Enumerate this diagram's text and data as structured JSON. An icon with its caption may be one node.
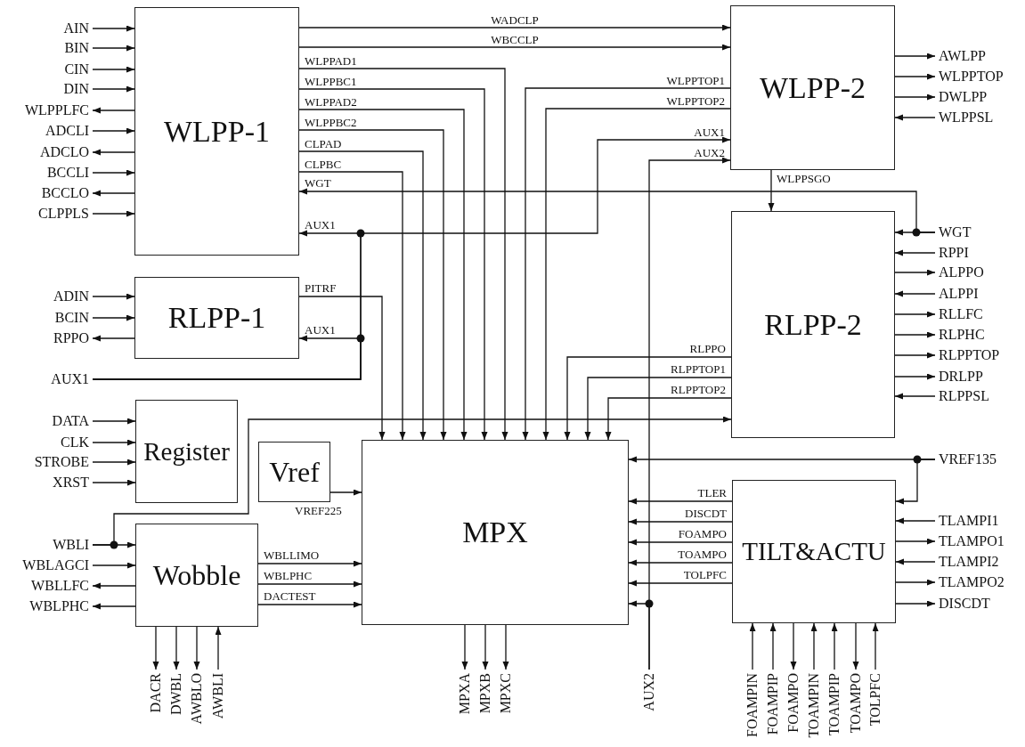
{
  "diagram": {
    "nodes": [
      {
        "text": [
          "WLPP-1"
        ]
      },
      {
        "text": [
          "RLPP-1"
        ]
      },
      {
        "text": [
          "Register"
        ]
      },
      {
        "text": [
          "Vref"
        ]
      },
      {
        "text": [
          "Wobble"
        ]
      },
      {
        "text": [
          "MPX"
        ]
      },
      {
        "text": [
          "WLPP-2"
        ]
      },
      {
        "text": [
          "RLPP-2"
        ]
      },
      {
        "text": [
          "TILT&ACTU"
        ]
      },
      {
        "text": [
          "AIN"
        ]
      },
      {
        "text": [
          "BIN"
        ]
      },
      {
        "text": [
          "CIN"
        ]
      },
      {
        "text": [
          "DIN"
        ]
      },
      {
        "text": [
          "WLPPLFC"
        ]
      },
      {
        "text": [
          "ADCLI"
        ]
      },
      {
        "text": [
          "ADCLO"
        ]
      },
      {
        "text": [
          "BCCLI"
        ]
      },
      {
        "text": [
          "BCCLO"
        ]
      },
      {
        "text": [
          "CLPPLS"
        ]
      },
      {
        "text": [
          "ADIN"
        ]
      },
      {
        "text": [
          "BCIN"
        ]
      },
      {
        "text": [
          "RPPO"
        ]
      },
      {
        "text": [
          "AUX1"
        ]
      },
      {
        "text": [
          "DATA"
        ]
      },
      {
        "text": [
          "CLK"
        ]
      },
      {
        "text": [
          "STROBE"
        ]
      },
      {
        "text": [
          "XRST"
        ]
      },
      {
        "text": [
          "WBLI"
        ]
      },
      {
        "text": [
          "WBLAGCI"
        ]
      },
      {
        "text": [
          "WBLLFC"
        ]
      },
      {
        "text": [
          "WBLPHC"
        ]
      },
      {
        "text": [
          "DACR"
        ]
      },
      {
        "text": [
          "DWBL"
        ]
      },
      {
        "text": [
          "AWBLO"
        ]
      },
      {
        "text": [
          "AWBLI"
        ]
      },
      {
        "text": [
          "MPXA"
        ]
      },
      {
        "text": [
          "MPXB"
        ]
      },
      {
        "text": [
          "MPXC"
        ]
      },
      {
        "text": [
          "AUX2"
        ]
      },
      {
        "text": [
          "FOAMPIN"
        ]
      },
      {
        "text": [
          "FOAMPIP"
        ]
      },
      {
        "text": [
          "FOAMPO"
        ]
      },
      {
        "text": [
          "TOAMPIN"
        ]
      },
      {
        "text": [
          "TOAMPIP"
        ]
      },
      {
        "text": [
          "TOAMPO"
        ]
      },
      {
        "text": [
          "TOLPFC"
        ]
      },
      {
        "text": [
          "AWLPP"
        ]
      },
      {
        "text": [
          "WLPPTOP"
        ]
      },
      {
        "text": [
          "DWLPP"
        ]
      },
      {
        "text": [
          "WLPPSL"
        ]
      },
      {
        "text": [
          "WGT"
        ]
      },
      {
        "text": [
          "RPPI"
        ]
      },
      {
        "text": [
          "ALPPO"
        ]
      },
      {
        "text": [
          "ALPPI"
        ]
      },
      {
        "text": [
          "RLLFC"
        ]
      },
      {
        "text": [
          "RLPHC"
        ]
      },
      {
        "text": [
          "RLPPTOP"
        ]
      },
      {
        "text": [
          "DRLPP"
        ]
      },
      {
        "text": [
          "RLPPSL"
        ]
      },
      {
        "text": [
          "VREF135"
        ]
      },
      {
        "text": [
          "TLAMPI1"
        ]
      },
      {
        "text": [
          "TLAMPO1"
        ]
      },
      {
        "text": [
          "TLAMPI2"
        ]
      },
      {
        "text": [
          "TLAMPO2"
        ]
      },
      {
        "text": [
          "DISCDT"
        ]
      }
    ],
    "edges": [
      {
        "from": 9,
        "to": 0,
        "arrow": "to"
      },
      {
        "from": 10,
        "to": 0,
        "arrow": "to"
      },
      {
        "from": 11,
        "to": 0,
        "arrow": "to"
      },
      {
        "from": 12,
        "to": 0,
        "arrow": "to"
      },
      {
        "from": 0,
        "to": 13,
        "arrow": "to"
      },
      {
        "from": 14,
        "to": 0,
        "arrow": "to"
      },
      {
        "from": 0,
        "to": 15,
        "arrow": "to"
      },
      {
        "from": 16,
        "to": 0,
        "arrow": "to"
      },
      {
        "from": 0,
        "to": 17,
        "arrow": "to"
      },
      {
        "from": 18,
        "to": 0,
        "arrow": "to"
      },
      {
        "from": 19,
        "to": 1,
        "arrow": "to"
      },
      {
        "from": 20,
        "to": 1,
        "arrow": "to"
      },
      {
        "from": 1,
        "to": 21,
        "arrow": "to"
      },
      {
        "from": 23,
        "to": 2,
        "arrow": "to"
      },
      {
        "from": 24,
        "to": 2,
        "arrow": "to"
      },
      {
        "from": 25,
        "to": 2,
        "arrow": "to"
      },
      {
        "from": 26,
        "to": 2,
        "arrow": "to"
      },
      {
        "from": 27,
        "to": 4,
        "arrow": "to"
      },
      {
        "from": 28,
        "to": 4,
        "arrow": "to"
      },
      {
        "from": 4,
        "to": 29,
        "arrow": "to"
      },
      {
        "from": 4,
        "to": 30,
        "arrow": "to"
      },
      {
        "from": 4,
        "to": 31,
        "arrow": "to"
      },
      {
        "from": 4,
        "to": 32,
        "arrow": "to"
      },
      {
        "from": 4,
        "to": 33,
        "arrow": "to"
      },
      {
        "from": 34,
        "to": 4,
        "arrow": "to"
      },
      {
        "from": 5,
        "to": 35,
        "arrow": "to"
      },
      {
        "from": 5,
        "to": 36,
        "arrow": "to"
      },
      {
        "from": 5,
        "to": 37,
        "arrow": "to"
      },
      {
        "from": 39,
        "to": 8,
        "arrow": "to"
      },
      {
        "from": 40,
        "to": 8,
        "arrow": "to"
      },
      {
        "from": 8,
        "to": 41,
        "arrow": "to"
      },
      {
        "from": 42,
        "to": 8,
        "arrow": "to"
      },
      {
        "from": 43,
        "to": 8,
        "arrow": "to"
      },
      {
        "from": 8,
        "to": 44,
        "arrow": "to"
      },
      {
        "from": 45,
        "to": 8,
        "arrow": "to"
      },
      {
        "from": 6,
        "to": 46,
        "arrow": "to"
      },
      {
        "from": 6,
        "to": 47,
        "arrow": "to"
      },
      {
        "from": 6,
        "to": 48,
        "arrow": "to"
      },
      {
        "from": 49,
        "to": 6,
        "arrow": "to"
      },
      {
        "from": 50,
        "to": 7,
        "arrow": "to"
      },
      {
        "from": 51,
        "to": 7,
        "arrow": "to"
      },
      {
        "from": 7,
        "to": 52,
        "arrow": "to"
      },
      {
        "from": 53,
        "to": 7,
        "arrow": "to"
      },
      {
        "from": 7,
        "to": 54,
        "arrow": "to"
      },
      {
        "from": 7,
        "to": 55,
        "arrow": "to"
      },
      {
        "from": 7,
        "to": 56,
        "arrow": "to"
      },
      {
        "from": 7,
        "to": 57,
        "arrow": "to"
      },
      {
        "from": 58,
        "to": 7,
        "arrow": "to"
      },
      {
        "from": 59,
        "to": 8,
        "arrow": "to"
      },
      {
        "from": 60,
        "to": 8,
        "arrow": "to"
      },
      {
        "from": 8,
        "to": 61,
        "arrow": "to"
      },
      {
        "from": 62,
        "to": 8,
        "arrow": "to"
      },
      {
        "from": 8,
        "to": 63,
        "arrow": "to"
      },
      {
        "from": 8,
        "to": 64,
        "arrow": "to"
      },
      {
        "from": 0,
        "to": 6,
        "label": "WADCLP",
        "arrow": "to"
      },
      {
        "from": 0,
        "to": 6,
        "label": "WBCCLP",
        "arrow": "to"
      },
      {
        "from": 0,
        "to": 5,
        "label": "WLPPAD1",
        "arrow": "to"
      },
      {
        "from": 0,
        "to": 5,
        "label": "WLPPBC1",
        "arrow": "to"
      },
      {
        "from": 0,
        "to": 5,
        "label": "WLPPAD2",
        "arrow": "to"
      },
      {
        "from": 0,
        "to": 5,
        "label": "WLPPBC2",
        "arrow": "to"
      },
      {
        "from": 0,
        "to": 5,
        "label": "CLPAD",
        "arrow": "to"
      },
      {
        "from": 0,
        "to": 5,
        "label": "CLPBC",
        "arrow": "to"
      },
      {
        "from": 6,
        "to": 5,
        "label": "WLPPTOP1",
        "arrow": "to"
      },
      {
        "from": 6,
        "to": 5,
        "label": "WLPPTOP2",
        "arrow": "to"
      },
      {
        "from": 22,
        "to": 0,
        "label": "AUX1",
        "arrow": "to"
      },
      {
        "from": 22,
        "to": 1,
        "label": "AUX1",
        "arrow": "to"
      },
      {
        "from": 22,
        "to": 6,
        "label": "AUX1",
        "arrow": "to"
      },
      {
        "from": 1,
        "to": 5,
        "label": "PITRF",
        "arrow": "to"
      },
      {
        "from": 50,
        "to": 0,
        "label": "WGT",
        "arrow": "to"
      },
      {
        "from": 6,
        "to": 7,
        "label": "WLPPSGO",
        "arrow": "to"
      },
      {
        "from": 7,
        "to": 5,
        "label": "RLPPO",
        "arrow": "to"
      },
      {
        "from": 7,
        "to": 5,
        "label": "RLPPTOP1",
        "arrow": "to"
      },
      {
        "from": 7,
        "to": 5,
        "label": "RLPPTOP2",
        "arrow": "to"
      },
      {
        "from": 27,
        "to": 7,
        "arrow": "to"
      },
      {
        "from": 3,
        "to": 5,
        "label": "VREF225",
        "arrow": "to"
      },
      {
        "from": 4,
        "to": 5,
        "label": "WBLLIMO",
        "arrow": "to"
      },
      {
        "from": 4,
        "to": 5,
        "label": "WBLPHC",
        "arrow": "to"
      },
      {
        "from": 4,
        "to": 5,
        "label": "DACTEST",
        "arrow": "to"
      },
      {
        "from": 59,
        "to": 5,
        "arrow": "to"
      },
      {
        "from": 8,
        "to": 5,
        "label": "TLER",
        "arrow": "to"
      },
      {
        "from": 8,
        "to": 5,
        "label": "DISCDT",
        "arrow": "to"
      },
      {
        "from": 8,
        "to": 5,
        "label": "FOAMPO",
        "arrow": "to"
      },
      {
        "from": 8,
        "to": 5,
        "label": "TOAMPO",
        "arrow": "to"
      },
      {
        "from": 8,
        "to": 5,
        "label": "TOLPFC",
        "arrow": "to"
      },
      {
        "from": 38,
        "to": 6,
        "label": "AUX2",
        "arrow": "to"
      },
      {
        "from": 38,
        "to": 5,
        "arrow": "to"
      }
    ]
  }
}
